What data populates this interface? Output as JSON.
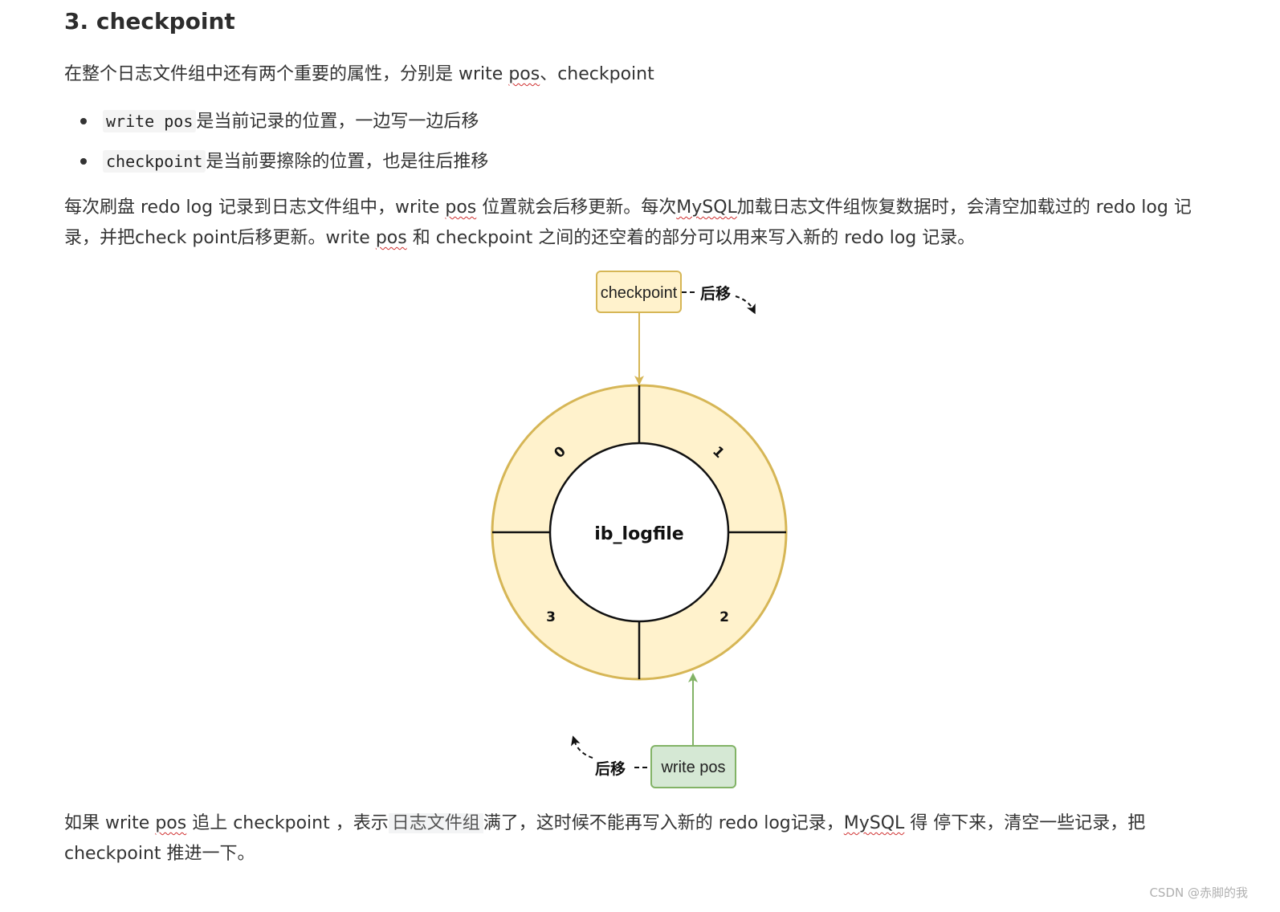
{
  "section": {
    "title": "3. checkpoint"
  },
  "intro": {
    "text_before": "在整个日志文件组中还有两个重要的属性，分别是 write ",
    "pos_word": "pos",
    "text_after": "、checkpoint"
  },
  "bullets": [
    {
      "code": "write pos",
      "text": "是当前记录的位置，一边写一边后移"
    },
    {
      "code": "checkpoint",
      "text": "是当前要擦除的位置，也是往后推移"
    }
  ],
  "paragraph2": {
    "part1": "每次刷盘 redo log 记录到日志文件组中，write ",
    "pos1": "pos",
    "part2": " 位置就会后移更新。每次",
    "mysql": "MySQL",
    "part3": "加载日志文件组恢复数据时，会清空加载过的 redo log 记录，并把check point后移更新。write ",
    "pos2": "pos",
    "part4": " 和 checkpoint 之间的还空着的部分可以用来写入新的 redo log 记录。"
  },
  "diagram": {
    "center_label": "ib_logfile",
    "segments": [
      "0",
      "1",
      "2",
      "3"
    ],
    "checkpoint_label": "checkpoint",
    "checkpoint_move_label": "后移",
    "writepos_label": "write pos",
    "writepos_move_label": "后移",
    "colors": {
      "ring_fill": "#fff2cc",
      "ring_stroke": "#d6b656",
      "checkpoint_fill": "#fff2cc",
      "checkpoint_stroke": "#d6b656",
      "writepos_fill": "#d5e8d4",
      "writepos_stroke": "#82b366"
    }
  },
  "paragraph3": {
    "part1": "如果 write ",
    "pos": "pos",
    "part2": " 追上 checkpoint ，表示",
    "chip": "日志文件组",
    "part3": "满了，这时候不能再写入新的 redo log记录，",
    "mysql": "MySQL",
    "part4": " 得 停下来，清空一些记录，把 checkpoint 推进一下。"
  },
  "watermark": "CSDN @赤脚的我"
}
